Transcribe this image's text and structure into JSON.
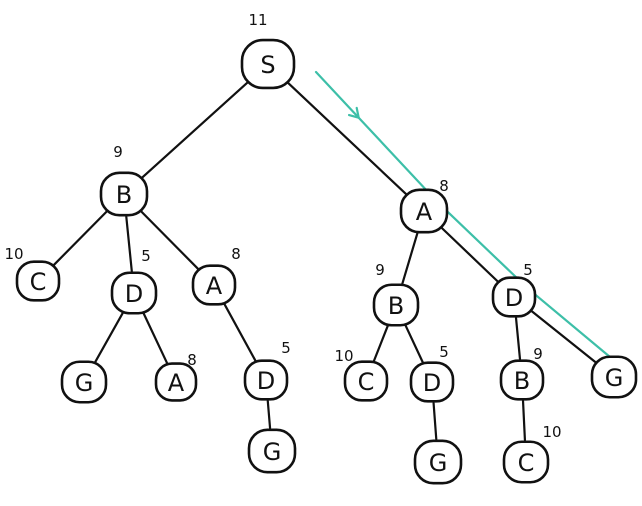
{
  "diagram": {
    "type": "search-tree",
    "highlight_color": "#3dbfa8",
    "nodes": [
      {
        "id": "n0",
        "label": "S",
        "cost": "11"
      },
      {
        "id": "n1",
        "label": "B",
        "cost": "9"
      },
      {
        "id": "n2",
        "label": "A",
        "cost": "8"
      },
      {
        "id": "n3",
        "label": "C",
        "cost": "10"
      },
      {
        "id": "n4",
        "label": "D",
        "cost": "5"
      },
      {
        "id": "n5",
        "label": "A",
        "cost": "8"
      },
      {
        "id": "n6",
        "label": "G",
        "cost": ""
      },
      {
        "id": "n7",
        "label": "A",
        "cost": "8"
      },
      {
        "id": "n8",
        "label": "D",
        "cost": "5"
      },
      {
        "id": "n9",
        "label": "G",
        "cost": ""
      },
      {
        "id": "n10",
        "label": "B",
        "cost": "9"
      },
      {
        "id": "n11",
        "label": "D",
        "cost": "5"
      },
      {
        "id": "n12",
        "label": "C",
        "cost": "10"
      },
      {
        "id": "n13",
        "label": "D",
        "cost": "5"
      },
      {
        "id": "n14",
        "label": "G",
        "cost": ""
      },
      {
        "id": "n15",
        "label": "B",
        "cost": "9"
      },
      {
        "id": "n16",
        "label": "G",
        "cost": ""
      },
      {
        "id": "n17",
        "label": "C",
        "cost": "10"
      }
    ],
    "edges": [
      [
        "n0",
        "n1"
      ],
      [
        "n0",
        "n2"
      ],
      [
        "n1",
        "n3"
      ],
      [
        "n1",
        "n4"
      ],
      [
        "n1",
        "n5"
      ],
      [
        "n4",
        "n6"
      ],
      [
        "n4",
        "n7"
      ],
      [
        "n5",
        "n8"
      ],
      [
        "n8",
        "n9"
      ],
      [
        "n2",
        "n10"
      ],
      [
        "n2",
        "n11"
      ],
      [
        "n10",
        "n12"
      ],
      [
        "n10",
        "n13"
      ],
      [
        "n13",
        "n14"
      ],
      [
        "n11",
        "n15"
      ],
      [
        "n11",
        "n16"
      ],
      [
        "n15",
        "n17"
      ]
    ],
    "highlighted_path": [
      "n0",
      "n2",
      "n11",
      "n16"
    ]
  }
}
